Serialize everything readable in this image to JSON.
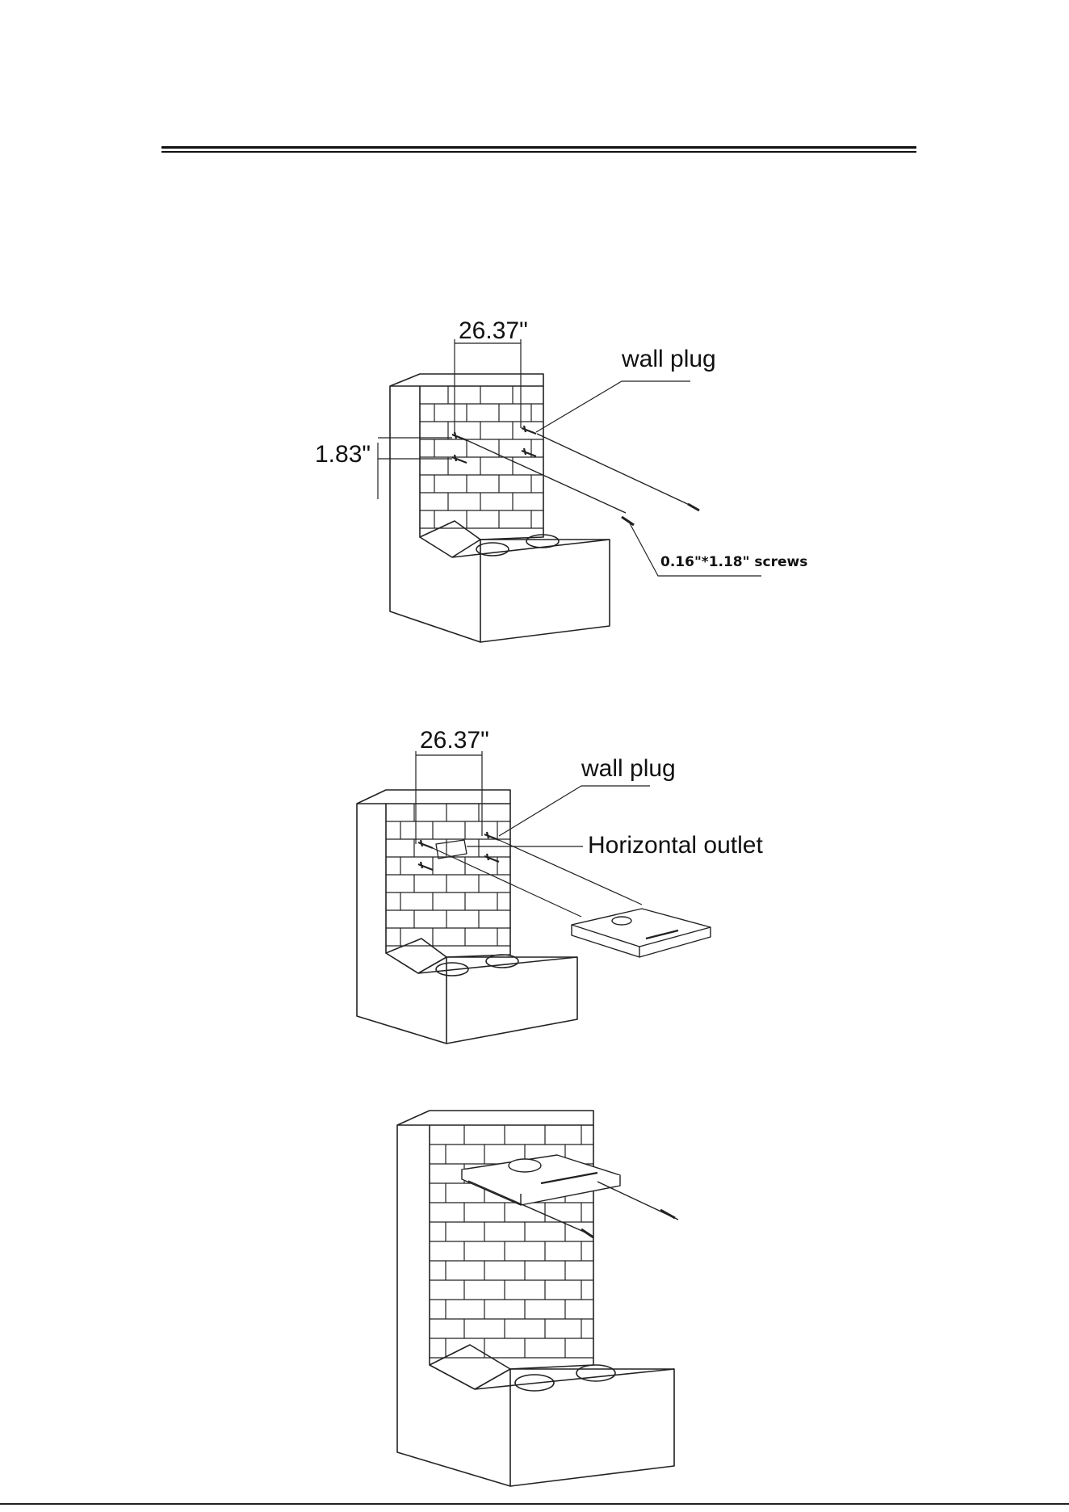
{
  "figure1": {
    "dim_width": "26.37\"",
    "dim_height": "1.83\"",
    "callout_plug": "wall plug",
    "callout_screws": "0.16\"*1.18\" screws"
  },
  "figure2": {
    "dim_width": "26.37\"",
    "callout_plug": "wall plug",
    "callout_outlet": "Horizontal outlet"
  },
  "figure3": {}
}
